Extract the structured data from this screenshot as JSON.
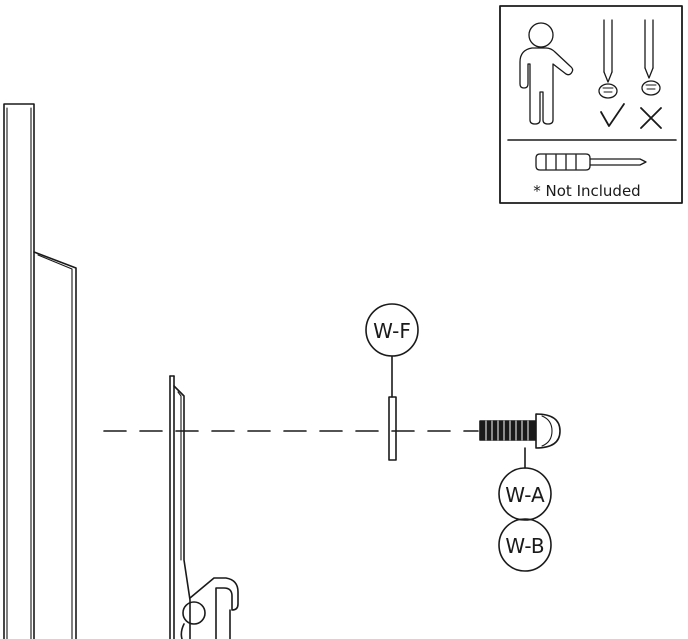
{
  "colors": {
    "line": "#1a1a1a",
    "background": "#ffffff"
  },
  "tool_box": {
    "note": "* Not Included",
    "icons": [
      "person-icon",
      "screwdriver-check-icon",
      "screwdriver-cross-icon",
      "screwdriver-icon"
    ]
  },
  "parts": {
    "spacer": "W-F",
    "screw_a": "W-A",
    "screw_b": "W-B"
  }
}
